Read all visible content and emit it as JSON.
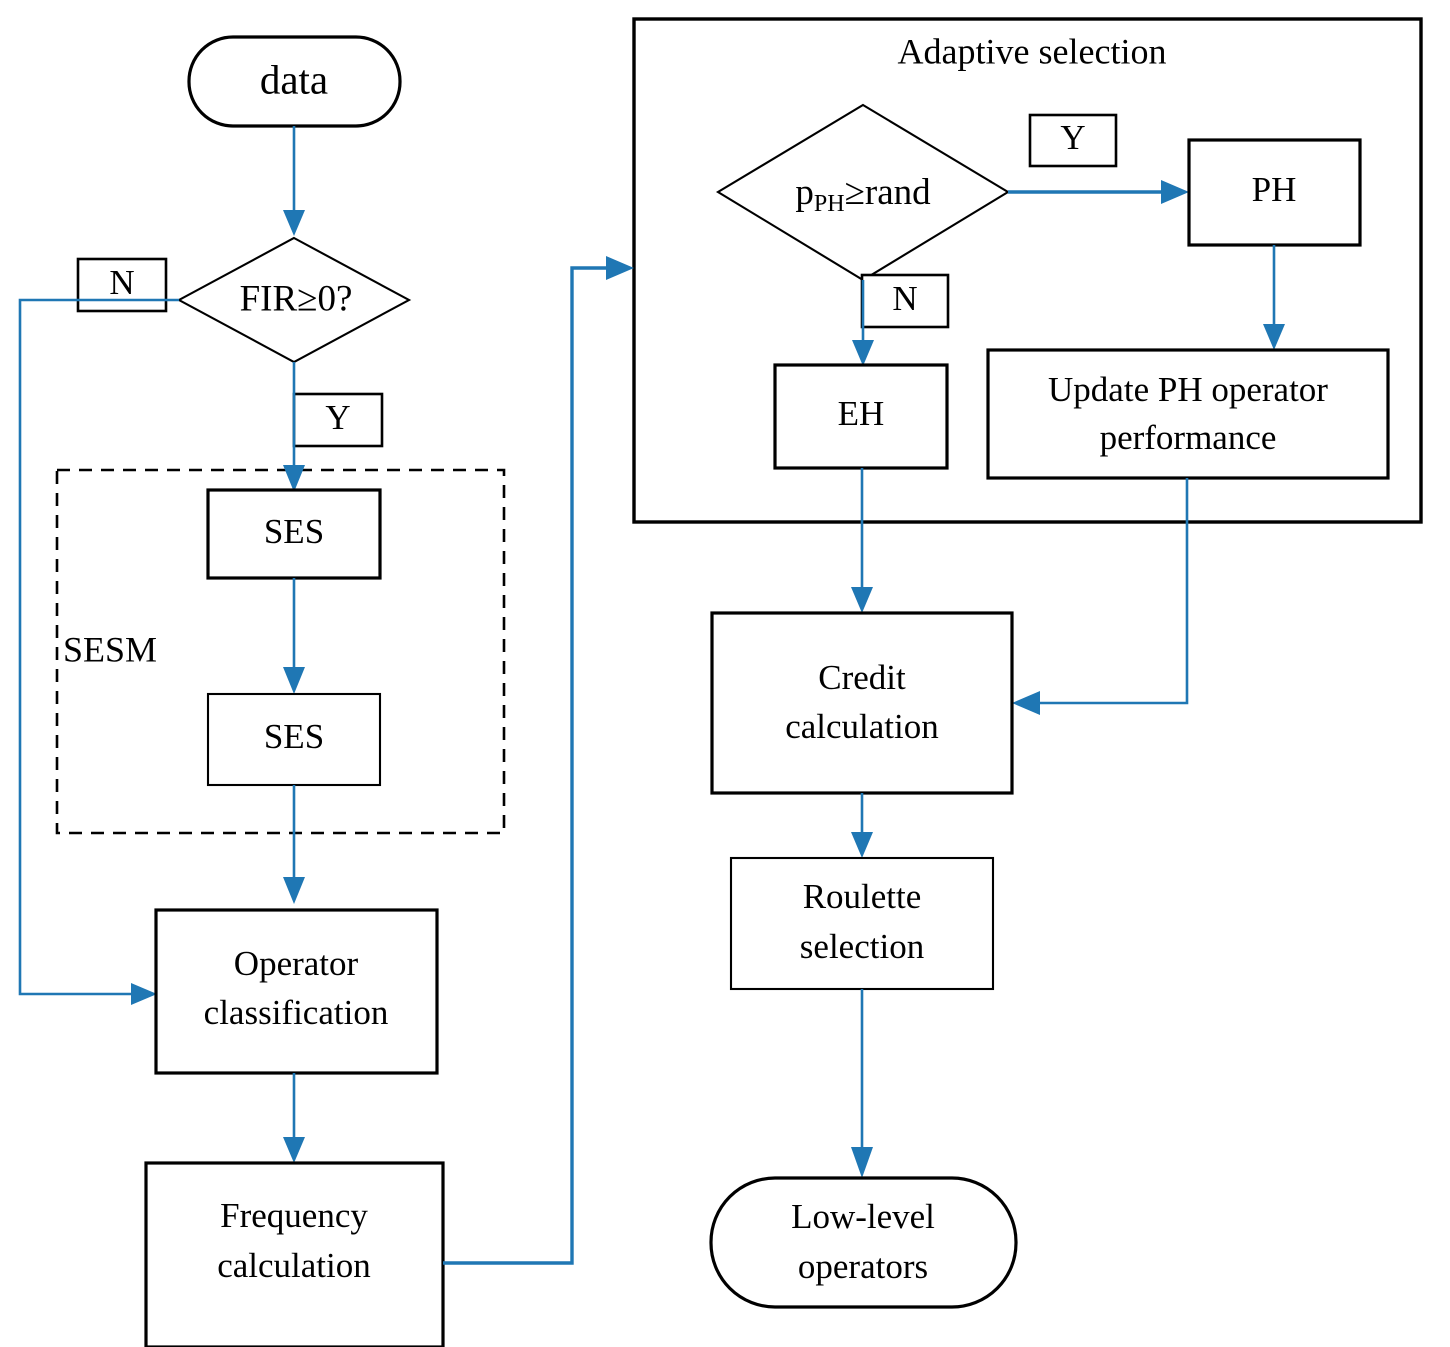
{
  "diagram": {
    "title": "Adaptive selection hyper-heuristic flowchart",
    "accent_color": "#1f77b4",
    "line_color": "#000000",
    "background": "#ffffff"
  },
  "groups": [
    {
      "id": "adaptive-selection",
      "label": "Adaptive selection",
      "style": "solid"
    },
    {
      "id": "sesm",
      "label": "SESM",
      "style": "dashed"
    }
  ],
  "nodes": {
    "data": {
      "label": "data",
      "shape": "terminator"
    },
    "fir_decision": {
      "label": "FIR≥0?",
      "shape": "decision"
    },
    "ses_1": {
      "label": "SES",
      "shape": "process"
    },
    "ses_2": {
      "label": "SES",
      "shape": "process"
    },
    "operator_classification": {
      "line1": "Operator",
      "line2": "classification",
      "shape": "process"
    },
    "frequency_calculation": {
      "line1": "Frequency",
      "line2": "calculation",
      "shape": "process"
    },
    "pph_decision": {
      "prefix": "p",
      "subscript": "PH",
      "suffix": "≥rand",
      "shape": "decision"
    },
    "ph": {
      "label": "PH",
      "shape": "process"
    },
    "eh": {
      "label": "EH",
      "shape": "process"
    },
    "update_ph": {
      "line1": "Update PH operator",
      "line2": "performance",
      "shape": "process"
    },
    "credit_calculation": {
      "line1": "Credit",
      "line2": "calculation",
      "shape": "process"
    },
    "roulette_selection": {
      "line1": "Roulette",
      "line2": "selection",
      "shape": "process"
    },
    "low_level_operators": {
      "line1": "Low-level",
      "line2": "operators",
      "shape": "terminator"
    }
  },
  "edge_labels": {
    "fir_no": "N",
    "fir_yes": "Y",
    "pph_yes": "Y",
    "pph_no": "N"
  }
}
